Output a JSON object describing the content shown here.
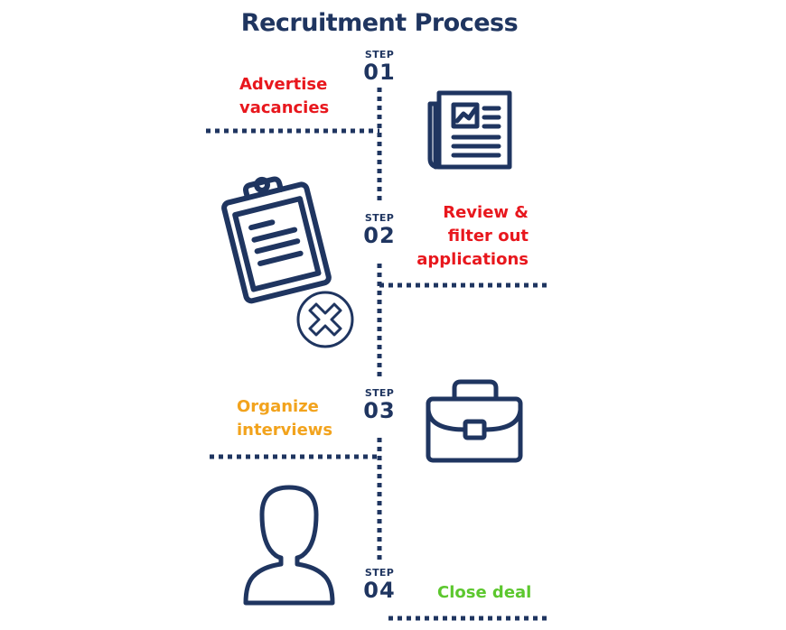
{
  "title": "Recruitment Process",
  "steps": [
    {
      "label": "STEP",
      "number": "01",
      "text": "Advertise\nvacancies",
      "color": "#e8171d",
      "icon": "newspaper-icon"
    },
    {
      "label": "STEP",
      "number": "02",
      "text": "Review &\nfilter out\napplications",
      "color": "#e8171d",
      "icon": "clipboard-reject-icon"
    },
    {
      "label": "STEP",
      "number": "03",
      "text": "Organize\ninterviews",
      "color": "#f2a31d",
      "icon": "briefcase-icon"
    },
    {
      "label": "STEP",
      "number": "04",
      "text": "Close deal",
      "color": "#5cc72e",
      "icon": "person-icon"
    }
  ],
  "colors": {
    "navy": "#1f3560"
  }
}
